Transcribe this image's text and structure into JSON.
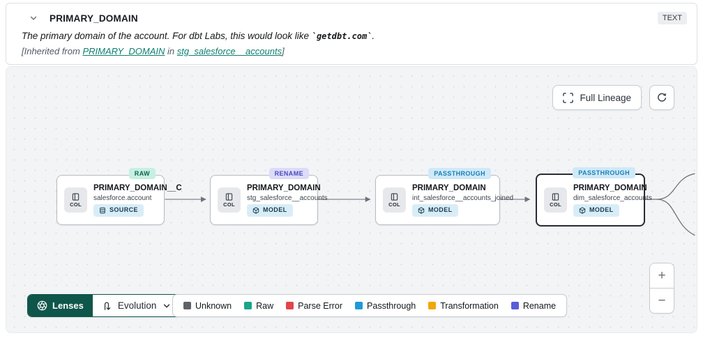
{
  "header": {
    "title": "PRIMARY_DOMAIN",
    "type_badge": "TEXT",
    "description_prefix": "The primary domain of the account. For dbt Labs, this would look like ",
    "description_code": "`getdbt.com`",
    "description_suffix": ".",
    "inherited_prefix": "[Inherited from ",
    "inherited_link_column": "PRIMARY_DOMAIN",
    "inherited_middle": " in ",
    "inherited_link_model": "stg_salesforce__accounts",
    "inherited_suffix": "]"
  },
  "toolbar": {
    "full_lineage_label": "Full Lineage"
  },
  "canvas": {
    "col_label": "COL",
    "nodes": [
      {
        "title": "PRIMARY_DOMAIN__C",
        "subtitle": "salesforce.account",
        "resource": "SOURCE",
        "tag": "RAW",
        "tag_bg": "#c6f0e1",
        "tag_color": "#0d6350"
      },
      {
        "title": "PRIMARY_DOMAIN",
        "subtitle": "stg_salesforce__accounts",
        "resource": "MODEL",
        "tag": "RENAME",
        "tag_bg": "#dcdcf8",
        "tag_color": "#4a4ac0"
      },
      {
        "title": "PRIMARY_DOMAIN",
        "subtitle": "int_salesforce__accounts_joined",
        "resource": "MODEL",
        "tag": "PASSTHROUGH",
        "tag_bg": "#cfe9f8",
        "tag_color": "#1a7fb5"
      },
      {
        "title": "PRIMARY_DOMAIN",
        "subtitle": "dim_salesforce_accounts",
        "resource": "MODEL",
        "tag": "PASSTHROUGH",
        "tag_bg": "#cfe9f8",
        "tag_color": "#1a7fb5"
      }
    ]
  },
  "footer": {
    "lenses_label": "Lenses",
    "lens_selected": "Evolution",
    "legend": [
      {
        "label": "Unknown",
        "color": "#5f6368"
      },
      {
        "label": "Raw",
        "color": "#1aa689"
      },
      {
        "label": "Parse Error",
        "color": "#e2444d"
      },
      {
        "label": "Passthrough",
        "color": "#1e9ad6"
      },
      {
        "label": "Transformation",
        "color": "#f2a50c"
      },
      {
        "label": "Rename",
        "color": "#585cd9"
      }
    ]
  },
  "zoom": {
    "in": "+",
    "out": "−"
  }
}
